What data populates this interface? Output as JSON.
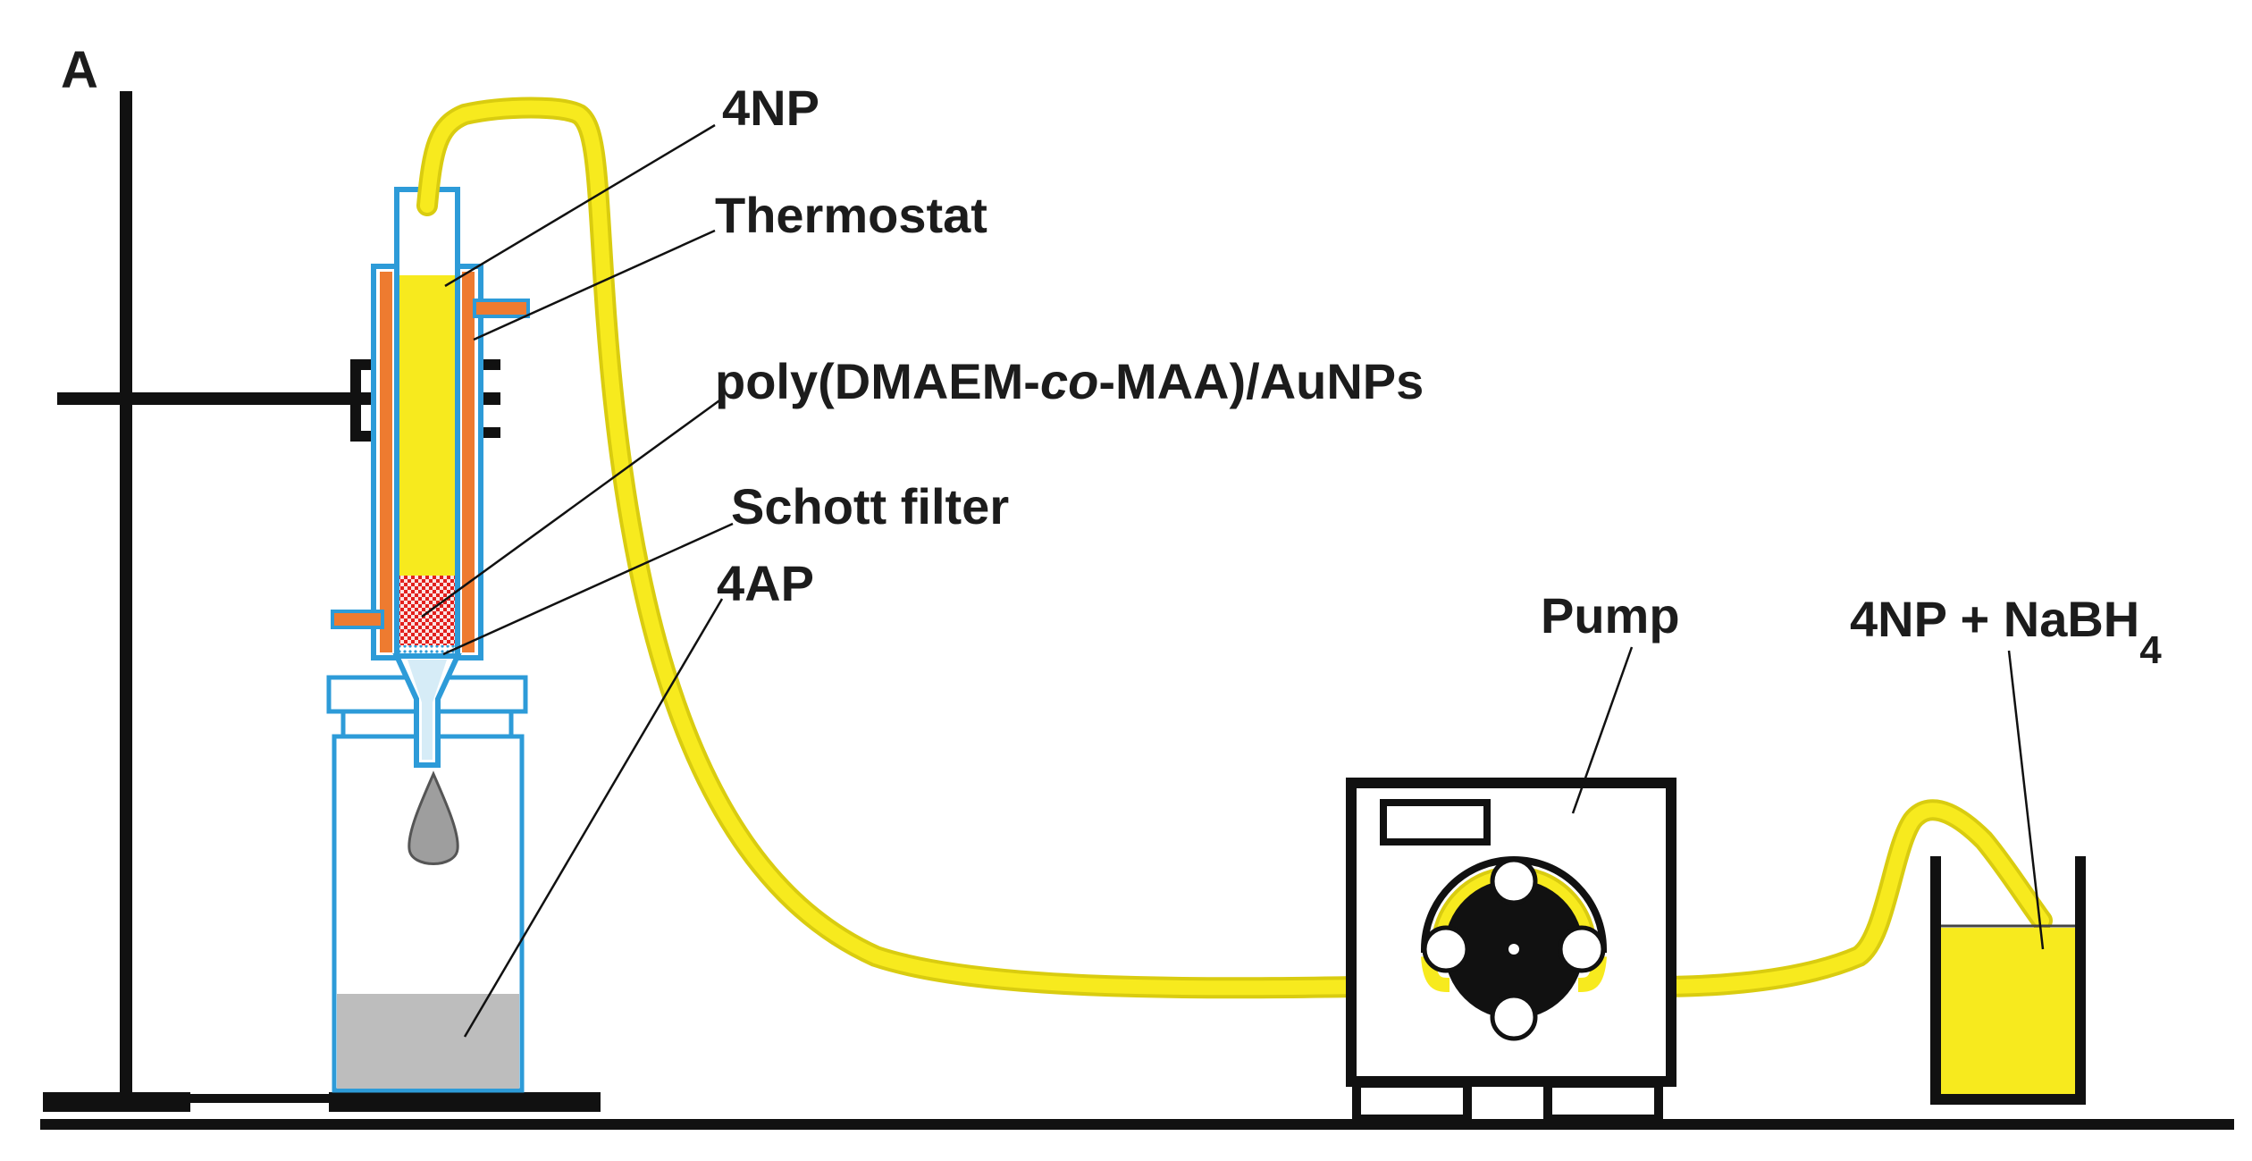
{
  "figure": {
    "panel_label": "A",
    "labels": {
      "nitrophenol": "4NP",
      "thermostat": "Thermostat",
      "catalyst_prefix": "poly(DMAEM-",
      "catalyst_co": "co",
      "catalyst_suffix": "-MAA)/AuNPs",
      "filter": "Schott filter",
      "aminophenol": "4AP",
      "pump": "Pump",
      "feed_main": "4NP + NaBH",
      "feed_subscript": "4"
    }
  },
  "colors": {
    "solution_yellow": "#f7ea1e",
    "tube_outline": "#d9cc10",
    "thermostat_orange": "#ee7b30",
    "glass_blue": "#2d9bd8",
    "catalyst_red": "#e2201d",
    "product_grey": "#bdbdbd",
    "outline_black": "#111111"
  }
}
